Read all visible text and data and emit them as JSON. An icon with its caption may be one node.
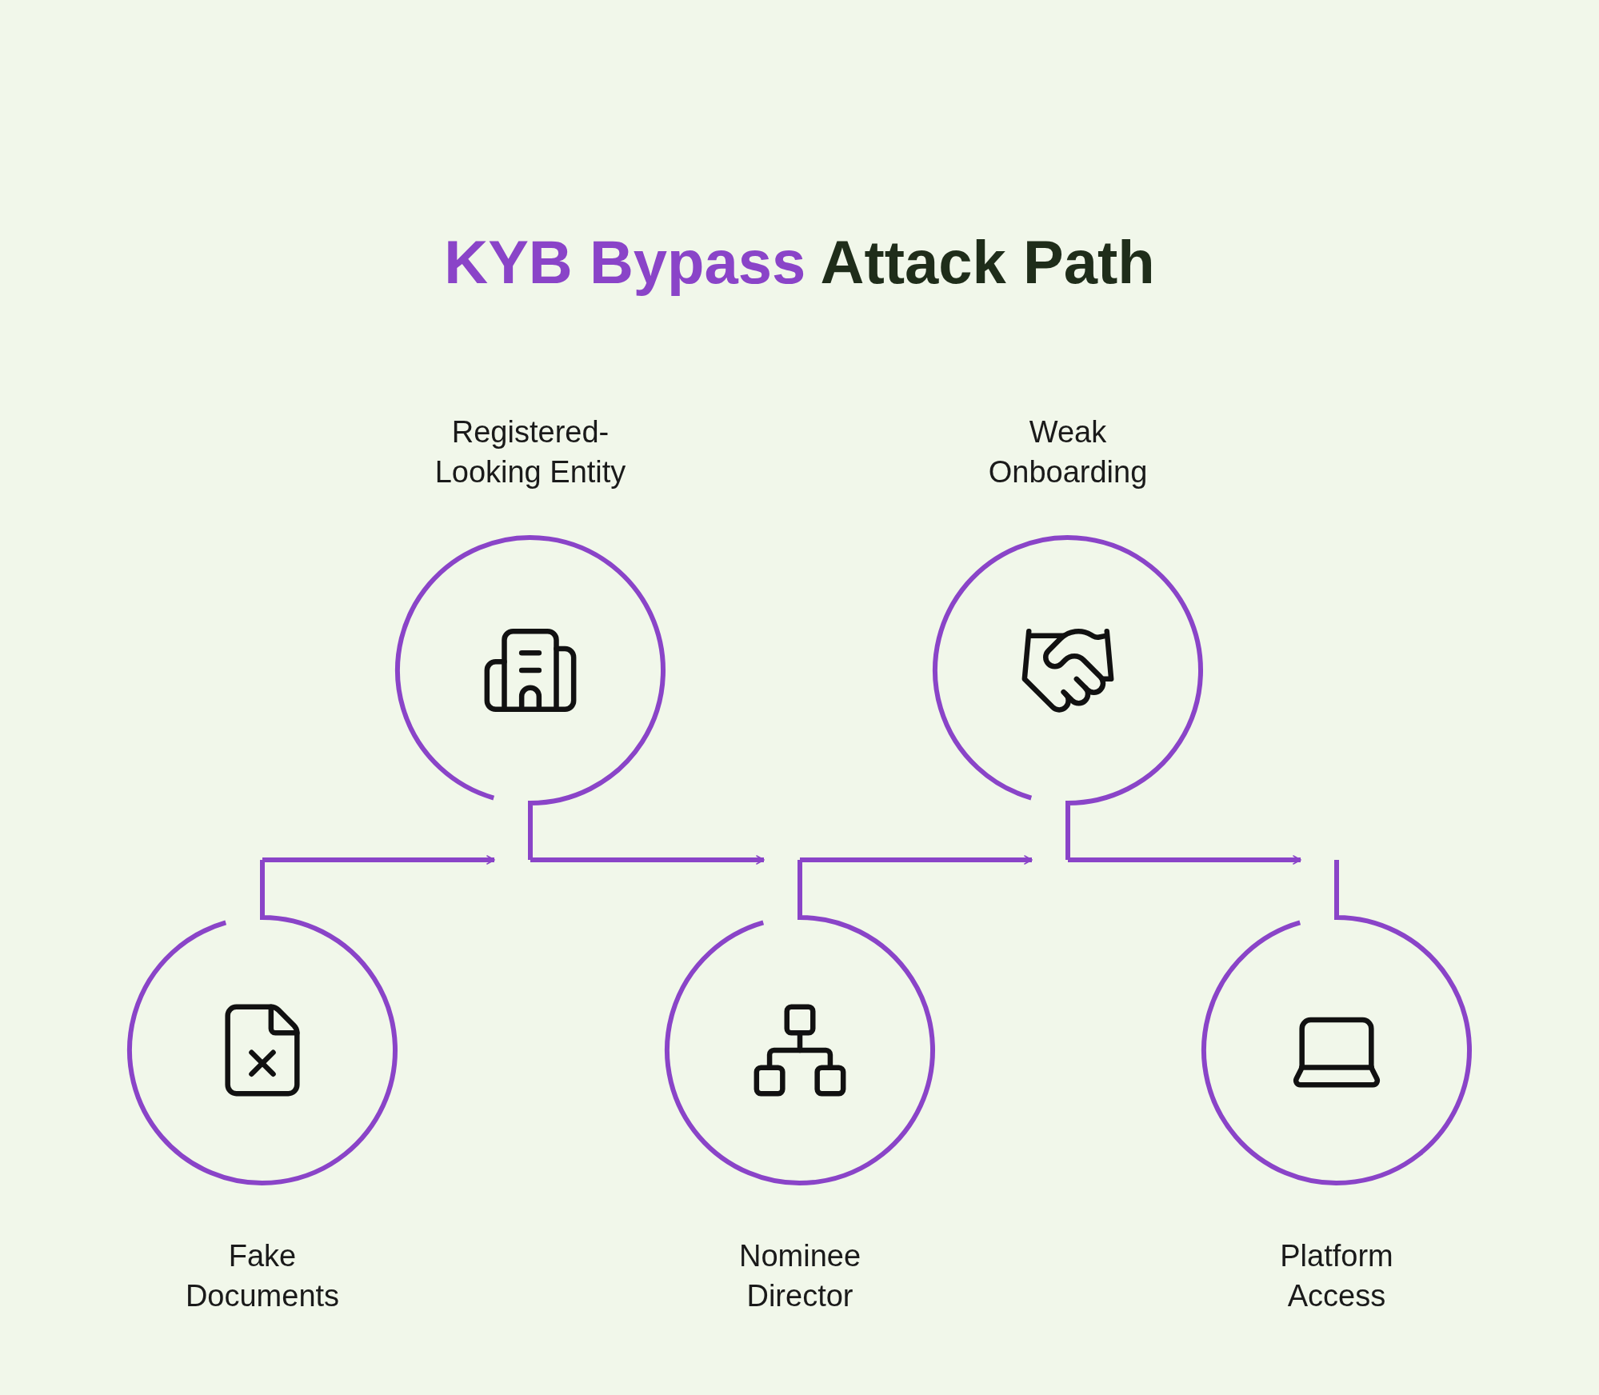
{
  "diagram": {
    "title": "KYB Bypass Attack Path",
    "nodes": [
      {
        "text": [
          "Fake Documents"
        ]
      },
      {
        "text": [
          "Registered- Looking Entity"
        ]
      },
      {
        "text": [
          "Nominee Director"
        ]
      },
      {
        "text": [
          "Weak Onboarding"
        ]
      },
      {
        "text": [
          "Platform Access"
        ]
      }
    ],
    "edges": [
      {
        "from": 0,
        "to": 1,
        "arrow": "to"
      },
      {
        "from": 1,
        "to": 2,
        "arrow": "to"
      },
      {
        "from": 2,
        "to": 3,
        "arrow": "to"
      },
      {
        "from": 3,
        "to": 4,
        "arrow": "to"
      }
    ]
  }
}
